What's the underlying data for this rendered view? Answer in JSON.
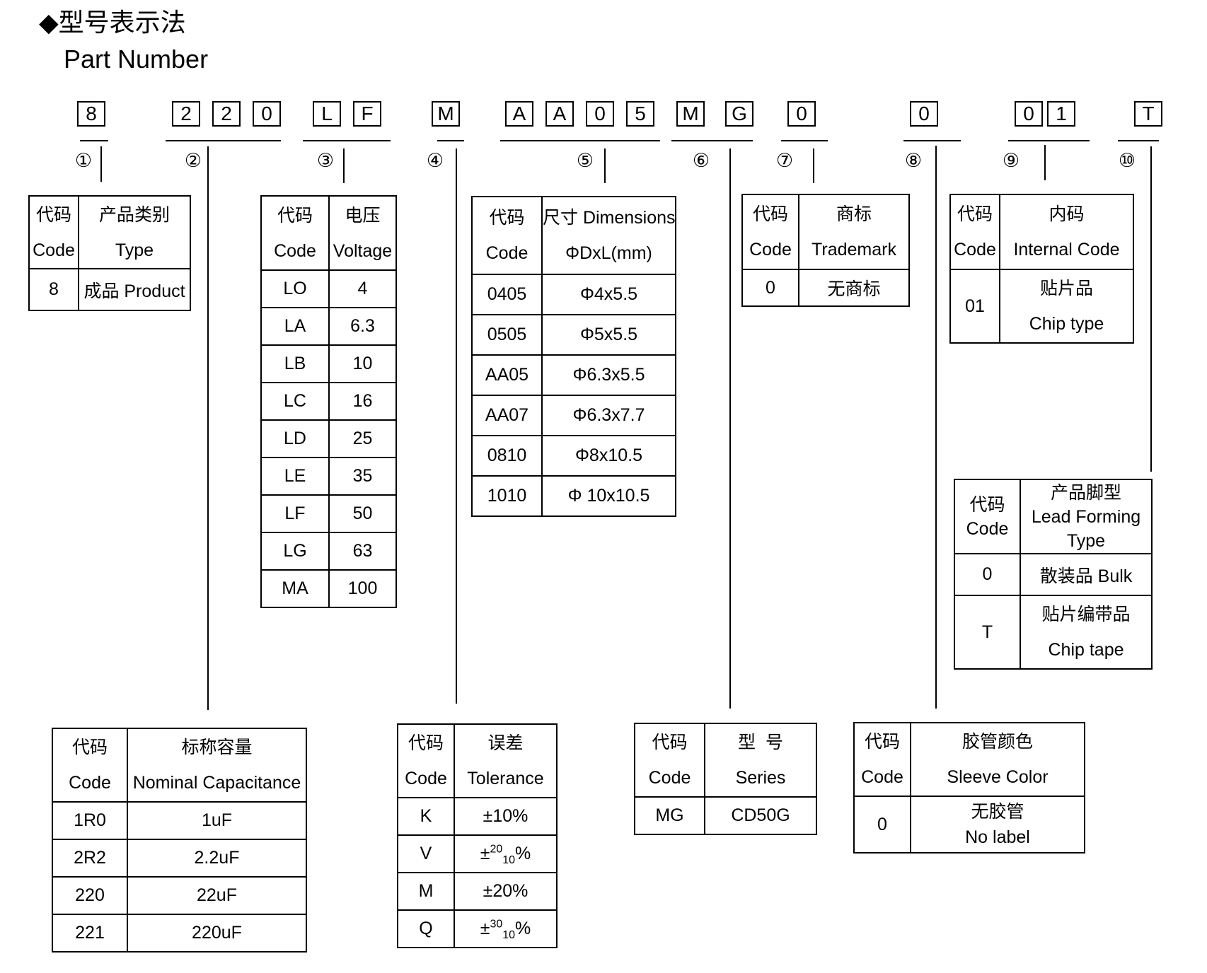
{
  "title": {
    "cn": "◆型号表示法",
    "en": "Part Number"
  },
  "part_chars": [
    "8",
    "2",
    "2",
    "0",
    "L",
    "F",
    "M",
    "A",
    "A",
    "0",
    "5",
    "M",
    "G",
    "0",
    "0",
    "0",
    "1",
    "T"
  ],
  "circled": [
    "①",
    "②",
    "③",
    "④",
    "⑤",
    "⑥",
    "⑦",
    "⑧",
    "⑨",
    "⑩"
  ],
  "t1": {
    "h_code_cn": "代码",
    "h_code_en": "Code",
    "h_cn": "产品类别",
    "h_en": "Type",
    "rows": [
      {
        "code": "8",
        "val": "成品 Product"
      }
    ]
  },
  "t2": {
    "h_code_cn": "代码",
    "h_code_en": "Code",
    "h_cn": "标称容量",
    "h_en": "Nominal Capacitance",
    "rows": [
      {
        "code": "1R0",
        "val": "1uF"
      },
      {
        "code": "2R2",
        "val": "2.2uF"
      },
      {
        "code": "220",
        "val": "22uF"
      },
      {
        "code": "221",
        "val": "220uF"
      }
    ]
  },
  "t3": {
    "h_code_cn": "代码",
    "h_code_en": "Code",
    "h_cn": "电压",
    "h_en": "Voltage",
    "rows": [
      {
        "code": "LO",
        "val": "4"
      },
      {
        "code": "LA",
        "val": "6.3"
      },
      {
        "code": "LB",
        "val": "10"
      },
      {
        "code": "LC",
        "val": "16"
      },
      {
        "code": "LD",
        "val": "25"
      },
      {
        "code": "LE",
        "val": "35"
      },
      {
        "code": "LF",
        "val": "50"
      },
      {
        "code": "LG",
        "val": "63"
      },
      {
        "code": "MA",
        "val": "100"
      }
    ]
  },
  "t4": {
    "h_code_cn": "代码",
    "h_code_en": "Code",
    "h_cn": "误差",
    "h_en": "Tolerance",
    "rows": [
      {
        "code": "K",
        "pre": "±10%"
      },
      {
        "code": "V",
        "pre": "±",
        "sup": "20",
        "sub": "10",
        "post": "%"
      },
      {
        "code": "M",
        "pre": "±20%"
      },
      {
        "code": "Q",
        "pre": "±",
        "sup": "30",
        "sub": "10",
        "post": "%"
      }
    ]
  },
  "t5": {
    "h_code_cn": "代码",
    "h_code_en": "Code",
    "h_cn": "尺寸 Dimensions",
    "h_en": "ΦDxL(mm)",
    "rows": [
      {
        "code": "0405",
        "val": "Φ4x5.5"
      },
      {
        "code": "0505",
        "val": "Φ5x5.5"
      },
      {
        "code": "AA05",
        "val": "Φ6.3x5.5"
      },
      {
        "code": "AA07",
        "val": "Φ6.3x7.7"
      },
      {
        "code": "0810",
        "val": "Φ8x10.5"
      },
      {
        "code": "1010",
        "val": "Φ 10x10.5"
      }
    ]
  },
  "t6": {
    "h_code_cn": "代码",
    "h_code_en": "Code",
    "h_cn": "型  号",
    "h_en": "Series",
    "rows": [
      {
        "code": "MG",
        "val": "CD50G"
      }
    ]
  },
  "t7": {
    "h_code_cn": "代码",
    "h_code_en": "Code",
    "h_cn": "商标",
    "h_en": "Trademark",
    "rows": [
      {
        "code": "0",
        "val": "无商标"
      }
    ]
  },
  "t8": {
    "h_code_cn": "代码",
    "h_code_en": "Code",
    "h_cn": "胶管颜色",
    "h_en": "Sleeve Color",
    "rows": [
      {
        "code": "0",
        "cn": "无胶管",
        "en": "No label"
      }
    ]
  },
  "t9": {
    "h_code_cn": "代码",
    "h_code_en": "Code",
    "h_cn": "内码",
    "h_en": "Internal Code",
    "rows": [
      {
        "code": "01",
        "cn": "贴片品",
        "en": "Chip type"
      }
    ]
  },
  "t10": {
    "h_code_cn": "代码",
    "h_code_en": "Code",
    "h_cn": "产品脚型",
    "h_en": "Lead Forming",
    "h_en2": "Type",
    "rows": [
      {
        "code": "0",
        "val": "散装品 Bulk"
      },
      {
        "code": "T",
        "cn": "贴片编带品",
        "en": "Chip tape"
      }
    ]
  }
}
